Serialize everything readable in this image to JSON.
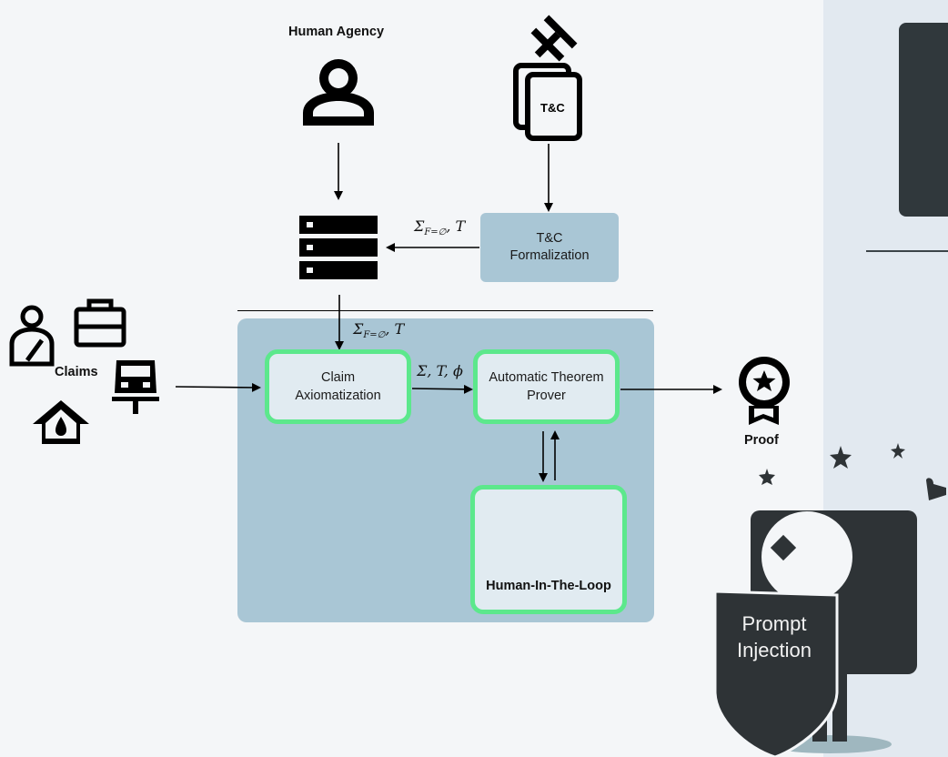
{
  "labels": {
    "human_agency": "Human Agency",
    "claims": "Claims",
    "proof": "Proof",
    "tc_icon_text": "T&C",
    "tc_formalization_line1": "T&C",
    "tc_formalization_line2": "Formalization",
    "claim_axiomatization_line1": "Claim",
    "claim_axiomatization_line2": "Axiomatization",
    "atp_line1": "Automatic Theorem",
    "atp_line2": "Prover",
    "human_in_the_loop": "Human-In-The-Loop",
    "prompt_injection_line1": "Prompt",
    "prompt_injection_line2": "Injection"
  },
  "math": {
    "sigma_sub_rest": ", T",
    "sigma_sub_index": "F=∅",
    "sigma_t_phi": "Σ, T, ϕ"
  },
  "icons": {
    "human_agency": "person-icon",
    "terms": "gavel-document-icon",
    "database": "database-server-icon",
    "claim_sources": [
      "person-icon",
      "briefcase-icon",
      "car-icon",
      "home-water-icon"
    ],
    "proof": "award-ribbon-icon",
    "hitl": "person-icon"
  },
  "colors": {
    "node_border": "#5ce88c",
    "box_fill": "#a9c6d5",
    "node_fill": "#e1ebf1",
    "dark": "#2e3336"
  }
}
